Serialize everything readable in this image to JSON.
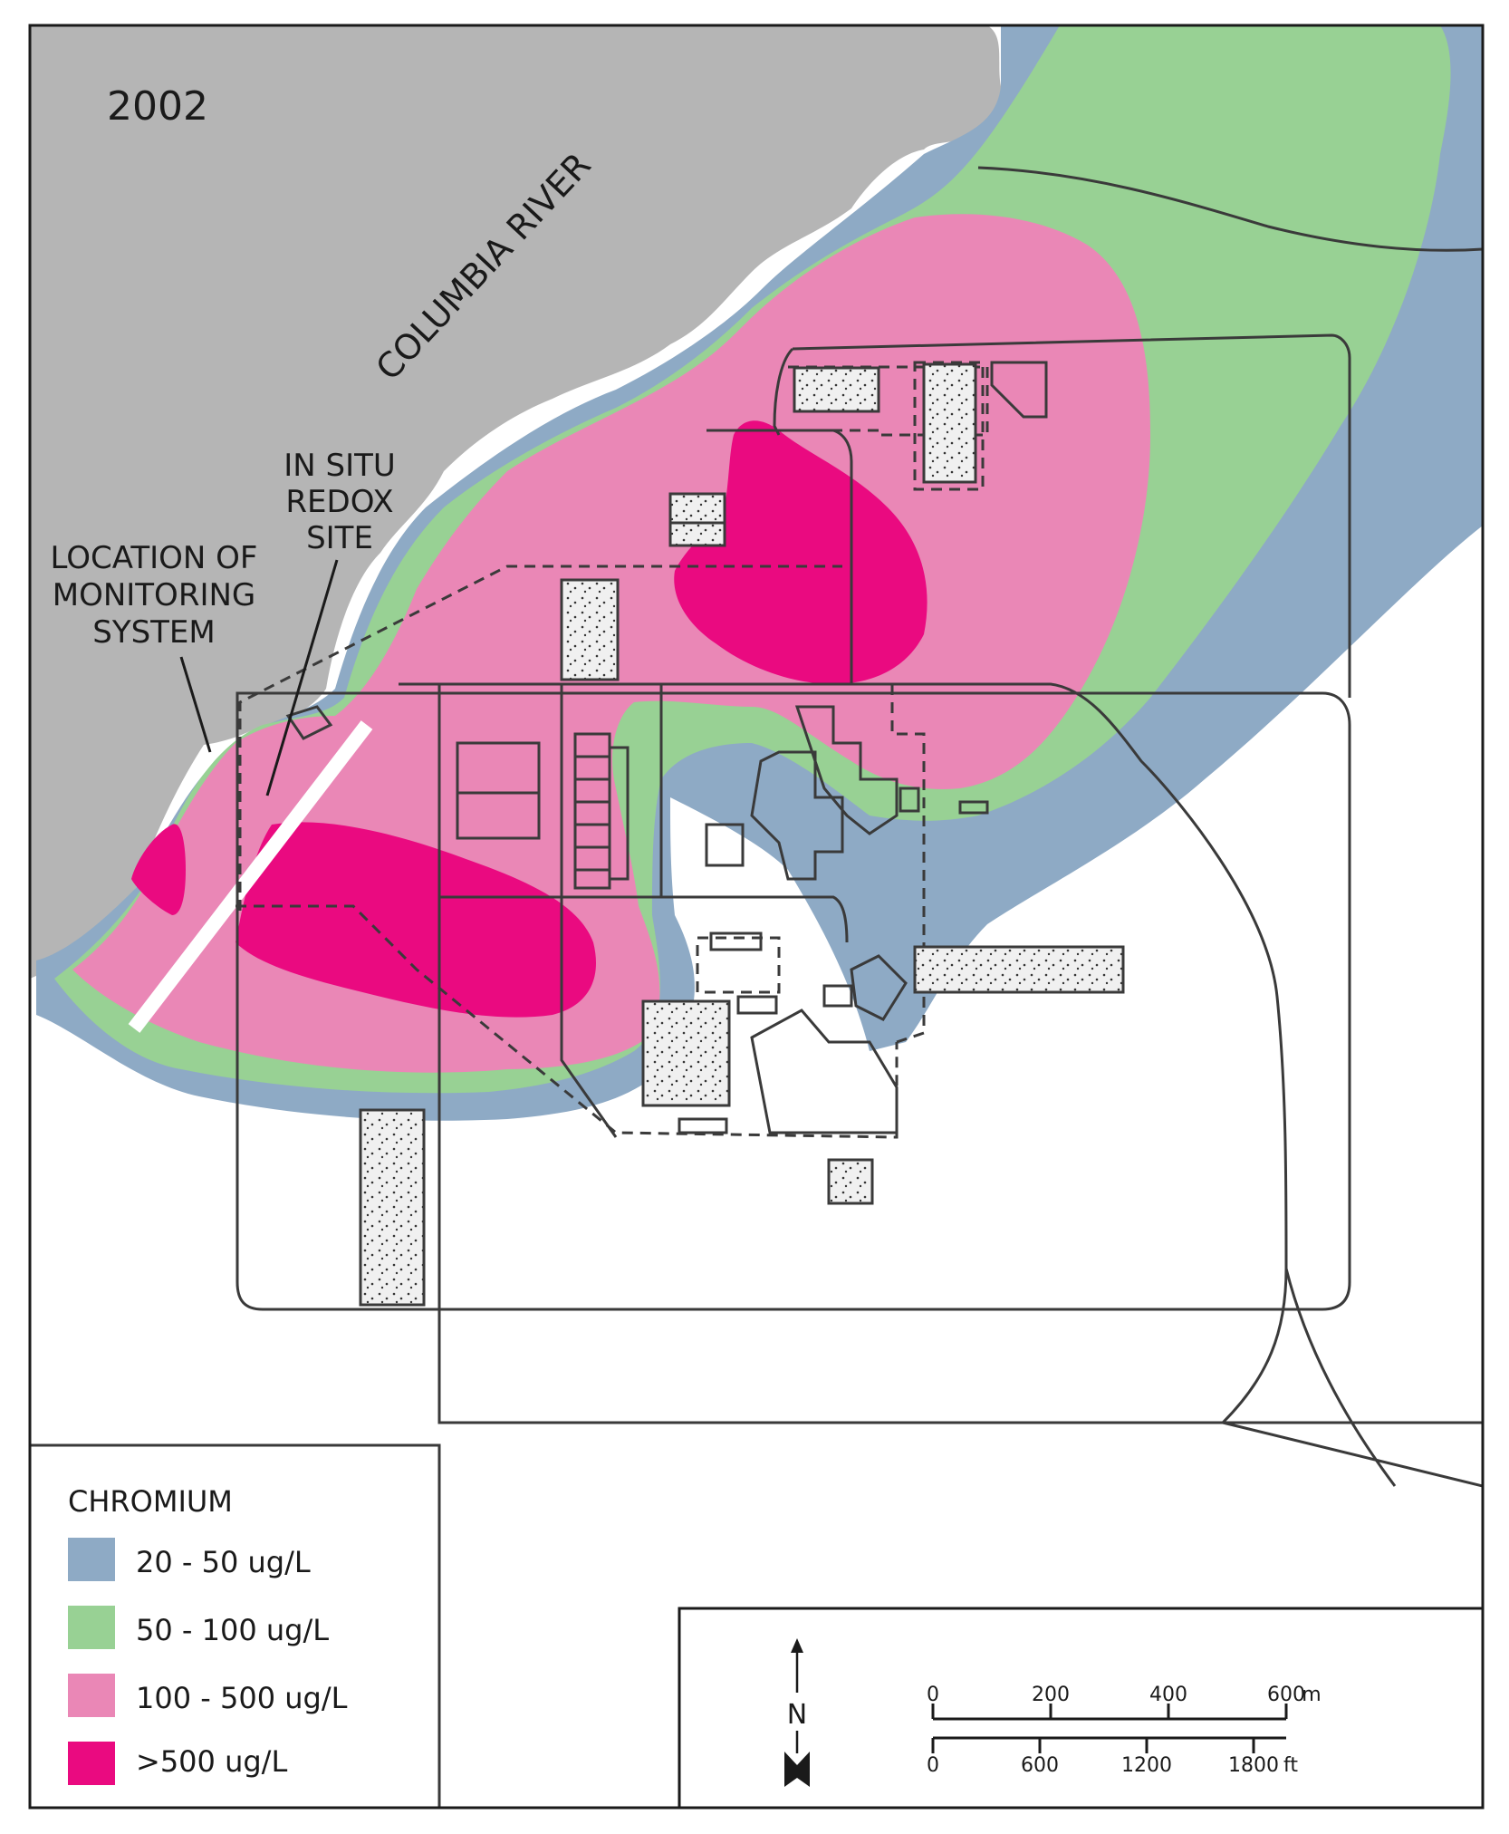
{
  "year": "2002",
  "river_label": "COLUMBIA RIVER",
  "annotations": {
    "redox_site": [
      "IN SITU",
      "REDOX",
      "SITE"
    ],
    "monitoring": [
      "LOCATION OF",
      "MONITORING",
      "SYSTEM"
    ]
  },
  "legend": {
    "title": "CHROMIUM",
    "items": [
      {
        "label": "20 - 50 ug/L",
        "color": "#8eaac5"
      },
      {
        "label": "50 - 100 ug/L",
        "color": "#98d194"
      },
      {
        "label": "100 - 500 ug/L",
        "color": "#ea87b6"
      },
      {
        "label": ">500 ug/L",
        "color": "#ea0a80"
      }
    ]
  },
  "colors": {
    "river": "#b5b5b5",
    "blue": "#8eaac5",
    "green": "#98d194",
    "pink": "#ea87b6",
    "magenta": "#ea0a80",
    "lines": "#3a3a3a"
  },
  "north_arrow": {
    "label": "N"
  },
  "scale_bar": {
    "metric": {
      "ticks": [
        "0",
        "200",
        "400",
        "600"
      ],
      "unit": "m"
    },
    "imperial": {
      "ticks": [
        "0",
        "600",
        "1200",
        "1800"
      ],
      "unit": "ft"
    }
  }
}
